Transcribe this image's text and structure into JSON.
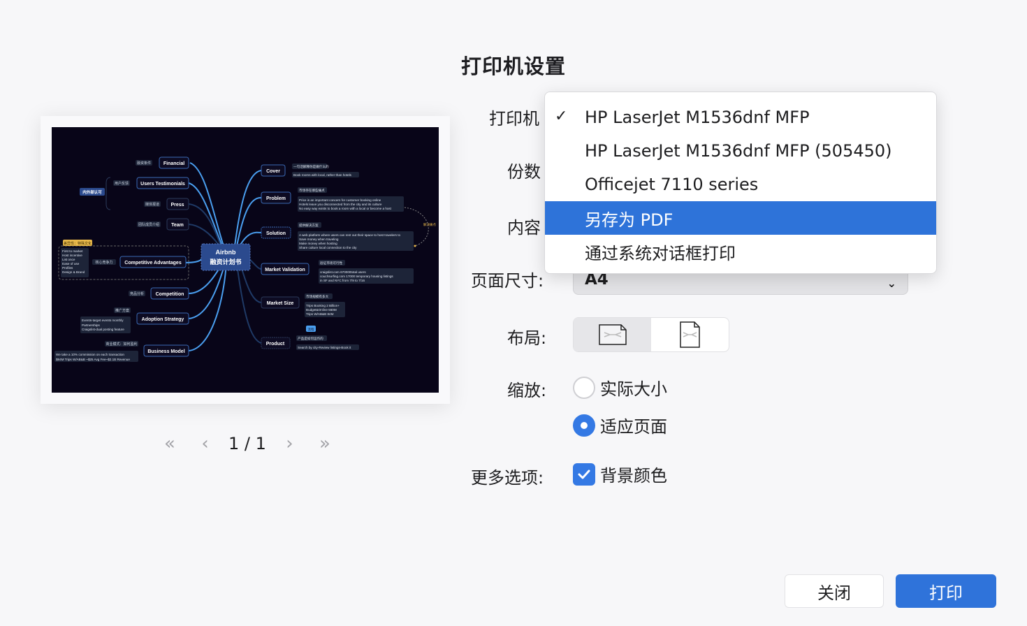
{
  "dialog": {
    "title": "打印机设置"
  },
  "preview": {
    "pager": {
      "first_icon": "«",
      "prev_icon": "‹",
      "next_icon": "›",
      "last_icon": "»",
      "page_label": "1 / 1"
    },
    "mindmap": {
      "central": {
        "line1": "Airbnb",
        "line2": "融资计划书"
      },
      "left_nodes": [
        {
          "label": "Financial",
          "tag": "融资条件"
        },
        {
          "label": "Users Testimonials",
          "tag": "用户反馈"
        },
        {
          "label": "Press",
          "tag": "媒体报道"
        },
        {
          "label": "Team",
          "tag": "团队成员介绍"
        },
        {
          "label": "Competitive Advantages",
          "tag": "核心竞争力",
          "notes": [
            "First to market",
            "Host incentive",
            "List once",
            "Ease of use",
            "Profiles",
            "Design & Brand"
          ]
        },
        {
          "label": "Competition",
          "tag": "竞品分析"
        },
        {
          "label": "Adoption Strategy",
          "tag": "推广方案",
          "notes": [
            "Events-target events monthly",
            "Partnerships",
            "Craigslist-dual posting feature"
          ]
        },
        {
          "label": "Business Model",
          "tag": "商业模式：如何盈利",
          "notes": [
            "We take a 10% commission on each transaction",
            "$84M  Trips W/AB&B ~$25 Avg Fee~$2.1B Revenue"
          ]
        }
      ],
      "left_group_label": "内外部认可",
      "left_callout": "差异性：特殊文化",
      "right_nodes": [
        {
          "label": "Cover",
          "tag": "一句话解释你是做什么的",
          "notes": [
            "Book rooms with local, rather than hotels"
          ]
        },
        {
          "label": "Problem",
          "tag": "市场存在哪些痛点",
          "notes": [
            "Price is an important concern for customer booking online",
            "Hotels leave you disconnected from the city and its culture",
            "No easy way exists to book a room with a local or become a host"
          ]
        },
        {
          "label": "Solution",
          "tag": "提供解决方案",
          "notes": [
            "A web platform where users can rent out their space to host travelers to",
            "Save money when traveling",
            "Make money when hosting",
            "Share culture local connection to the city"
          ]
        },
        {
          "label": "Market Validation",
          "tag": "验证市场可行性",
          "notes": [
            "craigslist.com 670000total users",
            "couchsurfing.com 17000 temporary housing listings",
            "in SF and NYC from 7/9 to 7/16"
          ]
        },
        {
          "label": "Market Size",
          "tag": "市场规模有多大",
          "notes": [
            "Trips Booking 2 Billion+",
            "Budget&Online 560M",
            "Trips W/AB&B 84M"
          ]
        },
        {
          "label": "Product",
          "tag": "产品是如何运作的",
          "notes": [
            "Search by city-Review listings-Book it"
          ],
          "badge": "流程"
        }
      ],
      "relation_label": "解决痛点"
    }
  },
  "form": {
    "printer_label": "打印机",
    "copies_label": "份数",
    "content_label": "内容",
    "page_size_label": "页面尺寸:",
    "page_size_value": "A4",
    "layout_label": "布局:",
    "layout_options": [
      {
        "name": "landscape",
        "selected": true
      },
      {
        "name": "portrait",
        "selected": false
      }
    ],
    "scale_label": "缩放:",
    "scale_options": [
      {
        "label": "实际大小",
        "selected": false
      },
      {
        "label": "适应页面",
        "selected": true
      }
    ],
    "more_label": "更多选项:",
    "background_color_label": "背景颜色",
    "background_color_checked": true
  },
  "printer_dropdown": {
    "items": [
      {
        "label": "HP LaserJet M1536dnf MFP",
        "checked": true,
        "highlighted": false
      },
      {
        "label": "HP LaserJet M1536dnf MFP (505450)",
        "checked": false,
        "highlighted": false
      },
      {
        "label": "Officejet 7110 series",
        "checked": false,
        "highlighted": false
      },
      {
        "label": "另存为 PDF",
        "checked": false,
        "highlighted": true
      },
      {
        "label": "通过系统对话框打印",
        "checked": false,
        "highlighted": false
      }
    ],
    "check_icon": "✓"
  },
  "buttons": {
    "close": "关闭",
    "print": "打印"
  },
  "colors": {
    "accent": "#2f73da",
    "highlight": "#2e73d9",
    "canvas_bg": "#080518",
    "central_node": "#2b4a8e",
    "branch_line": "#4a9ff0"
  }
}
